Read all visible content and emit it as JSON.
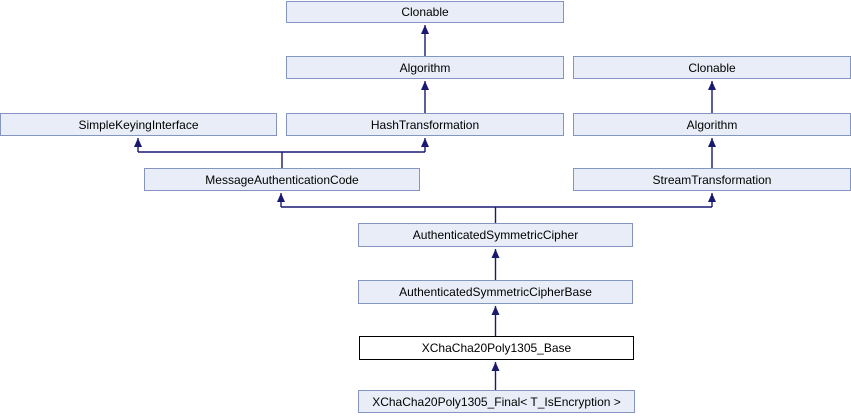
{
  "diagram": {
    "type": "class-inheritance-graph",
    "colors": {
      "background": "#FFFFFF",
      "node_fill": "#E8EDF7",
      "node_border": "#8595C2",
      "highlight_fill": "#FFFFFF",
      "highlight_border": "#000000",
      "edge": "#191970",
      "text": "#000000"
    },
    "nodes": [
      {
        "id": "clonable-top",
        "label": "Clonable",
        "highlighted": false
      },
      {
        "id": "algorithm-mid",
        "label": "Algorithm",
        "highlighted": false
      },
      {
        "id": "clonable-right",
        "label": "Clonable",
        "highlighted": false
      },
      {
        "id": "simple-keying-interface",
        "label": "SimpleKeyingInterface",
        "highlighted": false
      },
      {
        "id": "hash-transformation",
        "label": "HashTransformation",
        "highlighted": false
      },
      {
        "id": "algorithm-right",
        "label": "Algorithm",
        "highlighted": false
      },
      {
        "id": "message-authentication-code",
        "label": "MessageAuthenticationCode",
        "highlighted": false
      },
      {
        "id": "stream-transformation",
        "label": "StreamTransformation",
        "highlighted": false
      },
      {
        "id": "authenticated-symmetric-cipher",
        "label": "AuthenticatedSymmetricCipher",
        "highlighted": false
      },
      {
        "id": "authenticated-symmetric-cipher-base",
        "label": "AuthenticatedSymmetricCipherBase",
        "highlighted": false
      },
      {
        "id": "xchacha20poly1305-base",
        "label": "XChaCha20Poly1305_Base",
        "highlighted": true
      },
      {
        "id": "xchacha20poly1305-final",
        "label": "XChaCha20Poly1305_Final< T_IsEncryption >",
        "highlighted": false
      }
    ],
    "edges": [
      {
        "from": "algorithm-mid",
        "to": "clonable-top"
      },
      {
        "from": "hash-transformation",
        "to": "algorithm-mid"
      },
      {
        "from": "message-authentication-code",
        "to": "simple-keying-interface"
      },
      {
        "from": "message-authentication-code",
        "to": "hash-transformation"
      },
      {
        "from": "algorithm-right",
        "to": "clonable-right"
      },
      {
        "from": "stream-transformation",
        "to": "algorithm-right"
      },
      {
        "from": "authenticated-symmetric-cipher",
        "to": "message-authentication-code"
      },
      {
        "from": "authenticated-symmetric-cipher",
        "to": "stream-transformation"
      },
      {
        "from": "authenticated-symmetric-cipher-base",
        "to": "authenticated-symmetric-cipher"
      },
      {
        "from": "xchacha20poly1305-base",
        "to": "authenticated-symmetric-cipher-base"
      },
      {
        "from": "xchacha20poly1305-final",
        "to": "xchacha20poly1305-base"
      }
    ]
  }
}
